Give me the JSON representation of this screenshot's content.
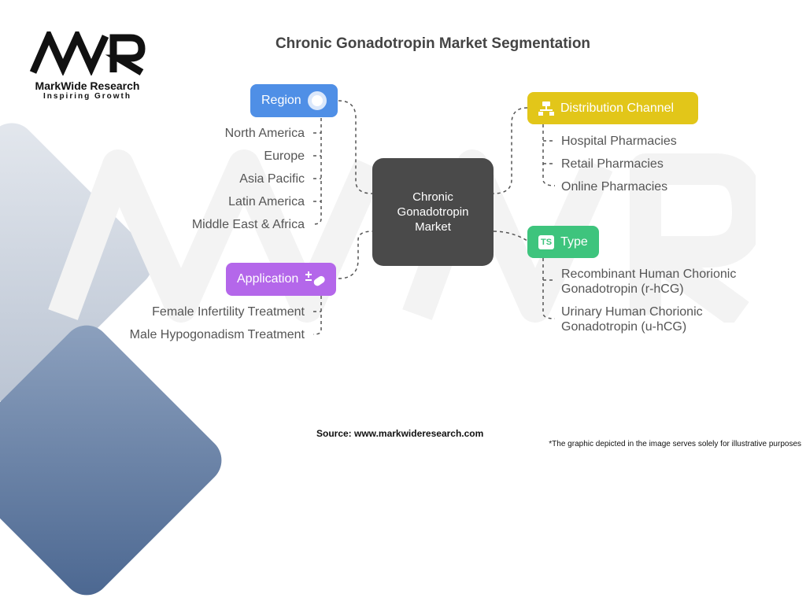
{
  "title": "Chronic Gonadotropin Market Segmentation",
  "logo": {
    "mark": "MWR",
    "name": "MarkWide Research",
    "tagline": "Inspiring Growth"
  },
  "center": "Chronic Gonadotropin Market",
  "colors": {
    "region": "#4f8fe6",
    "distribution": "#e2c619",
    "type": "#3ec47d",
    "application": "#b467ea",
    "center": "#4a4a4a"
  },
  "branches": {
    "region": {
      "label": "Region",
      "icon": "globe-icon",
      "items": [
        "North America",
        "Europe",
        "Asia Pacific",
        "Latin America",
        "Middle East & Africa"
      ]
    },
    "distribution": {
      "label": "Distribution Channel",
      "icon": "network-icon",
      "items": [
        "Hospital Pharmacies",
        "Retail Pharmacies",
        "Online Pharmacies"
      ]
    },
    "type": {
      "label": "Type",
      "icon": "ts-icon",
      "icon_text": "TS",
      "items": [
        "Recombinant Human Chorionic Gonadotropin (r-hCG)",
        "Urinary Human Chorionic Gonadotropin (u-hCG)"
      ]
    },
    "application": {
      "label": "Application",
      "icon": "plus-minus-pill-icon",
      "items": [
        "Female Infertility Treatment",
        "Male Hypogonadism Treatment"
      ]
    }
  },
  "source": "Source: www.markwideresearch.com",
  "disclaimer": "*The graphic depicted in the image serves solely for illustrative purposes"
}
